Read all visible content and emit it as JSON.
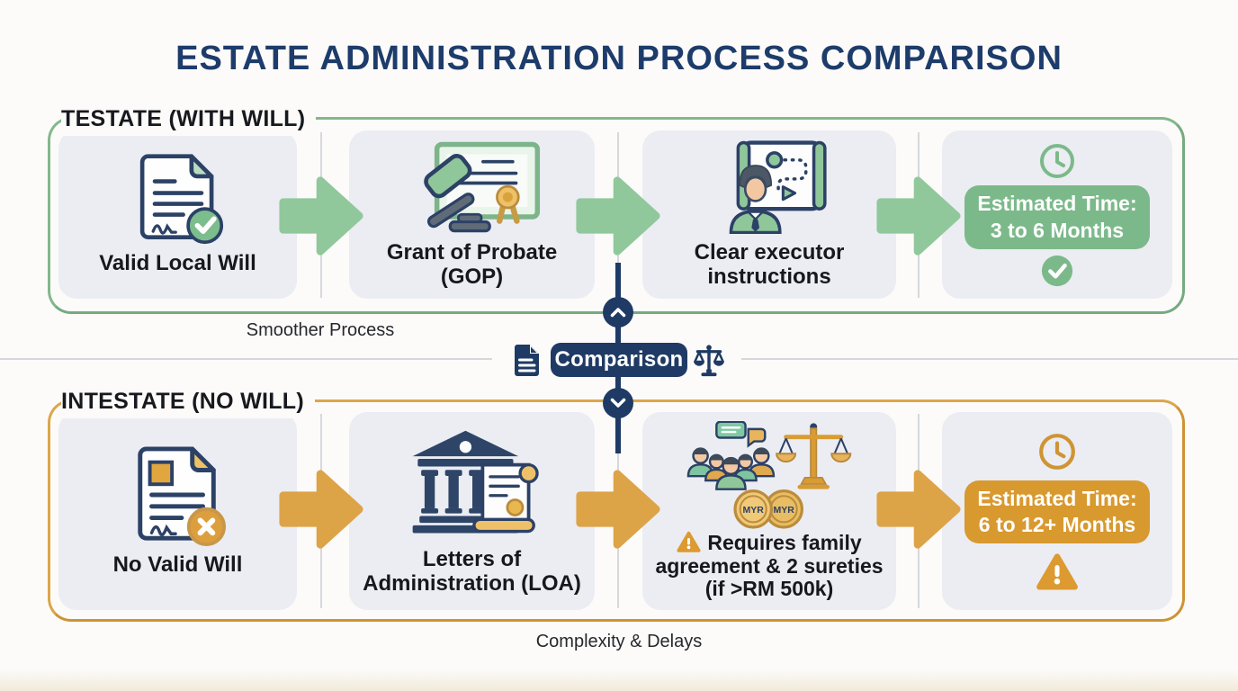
{
  "title": "ESTATE ADMINISTRATION PROCESS COMPARISON",
  "comparison": {
    "label": "Comparison"
  },
  "testate": {
    "heading": "TESTATE (WITH WILL)",
    "caption": "Smoother Process",
    "steps": [
      {
        "label": "Valid Local Will",
        "icon": "document-check-icon"
      },
      {
        "label": "Grant of Probate (GOP)",
        "icon": "gavel-certificate-icon"
      },
      {
        "label": "Clear executor instructions",
        "icon": "executor-plan-icon"
      }
    ],
    "estimate": {
      "prefix": "Estimated Time:",
      "duration": "3 to 6 Months",
      "icon_top": "clock-icon",
      "icon_bottom": "check-circle-icon"
    }
  },
  "intestate": {
    "heading": "INTESTATE (NO WILL)",
    "caption": "Complexity & Delays",
    "steps": [
      {
        "label": "No Valid Will",
        "icon": "document-x-icon"
      },
      {
        "label": "Letters of Administration (LOA)",
        "icon": "courthouse-scroll-icon"
      },
      {
        "label": "Requires family agreement & 2 sureties (if >RM 500k)",
        "icon": "family-scales-coins-icon",
        "warning": true
      }
    ],
    "coin_label": "MYR",
    "estimate": {
      "prefix": "Estimated Time:",
      "duration": "6 to 12+ Months",
      "icon_top": "clock-icon",
      "icon_bottom": "warning-triangle-icon"
    }
  },
  "colors": {
    "navy": "#1f3a64",
    "green_border": "#82b88c",
    "green_arrow": "#90c89b",
    "green_badge": "#7cb98a",
    "orange_border": "#dba64a",
    "orange_arrow": "#dda347",
    "orange_badge": "#d8992f",
    "card_bg": "#ebedf3"
  }
}
